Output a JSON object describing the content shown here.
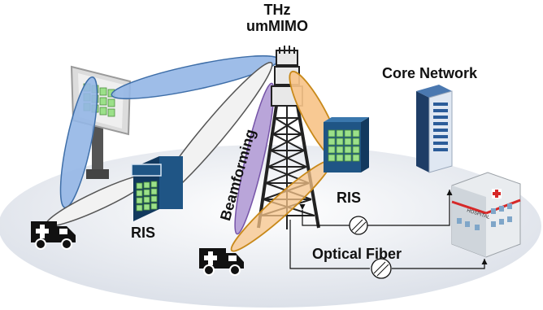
{
  "labels": {
    "thz_line1": "THz",
    "thz_line2": "umMIMO",
    "core_network": "Core Network",
    "ris_left": "RIS",
    "ris_right": "RIS",
    "beamforming": "Beamforming",
    "optical_fiber": "Optical Fiber"
  },
  "hospital_sign": "HOSPITAL",
  "colors": {
    "blue_beam": "#93b6e6",
    "white_beam": "#f2f2f2",
    "purple_beam": "#b9a5d9",
    "orange_beam": "#f7c48a",
    "ris_panel": "#1f5585",
    "ris_element": "#9be089",
    "ground": "#dfe4ec"
  },
  "icons": [
    "billboard-icon",
    "tower-icon",
    "server-icon",
    "hospital-icon",
    "ambulance-icon",
    "fiber-coupler-icon"
  ]
}
